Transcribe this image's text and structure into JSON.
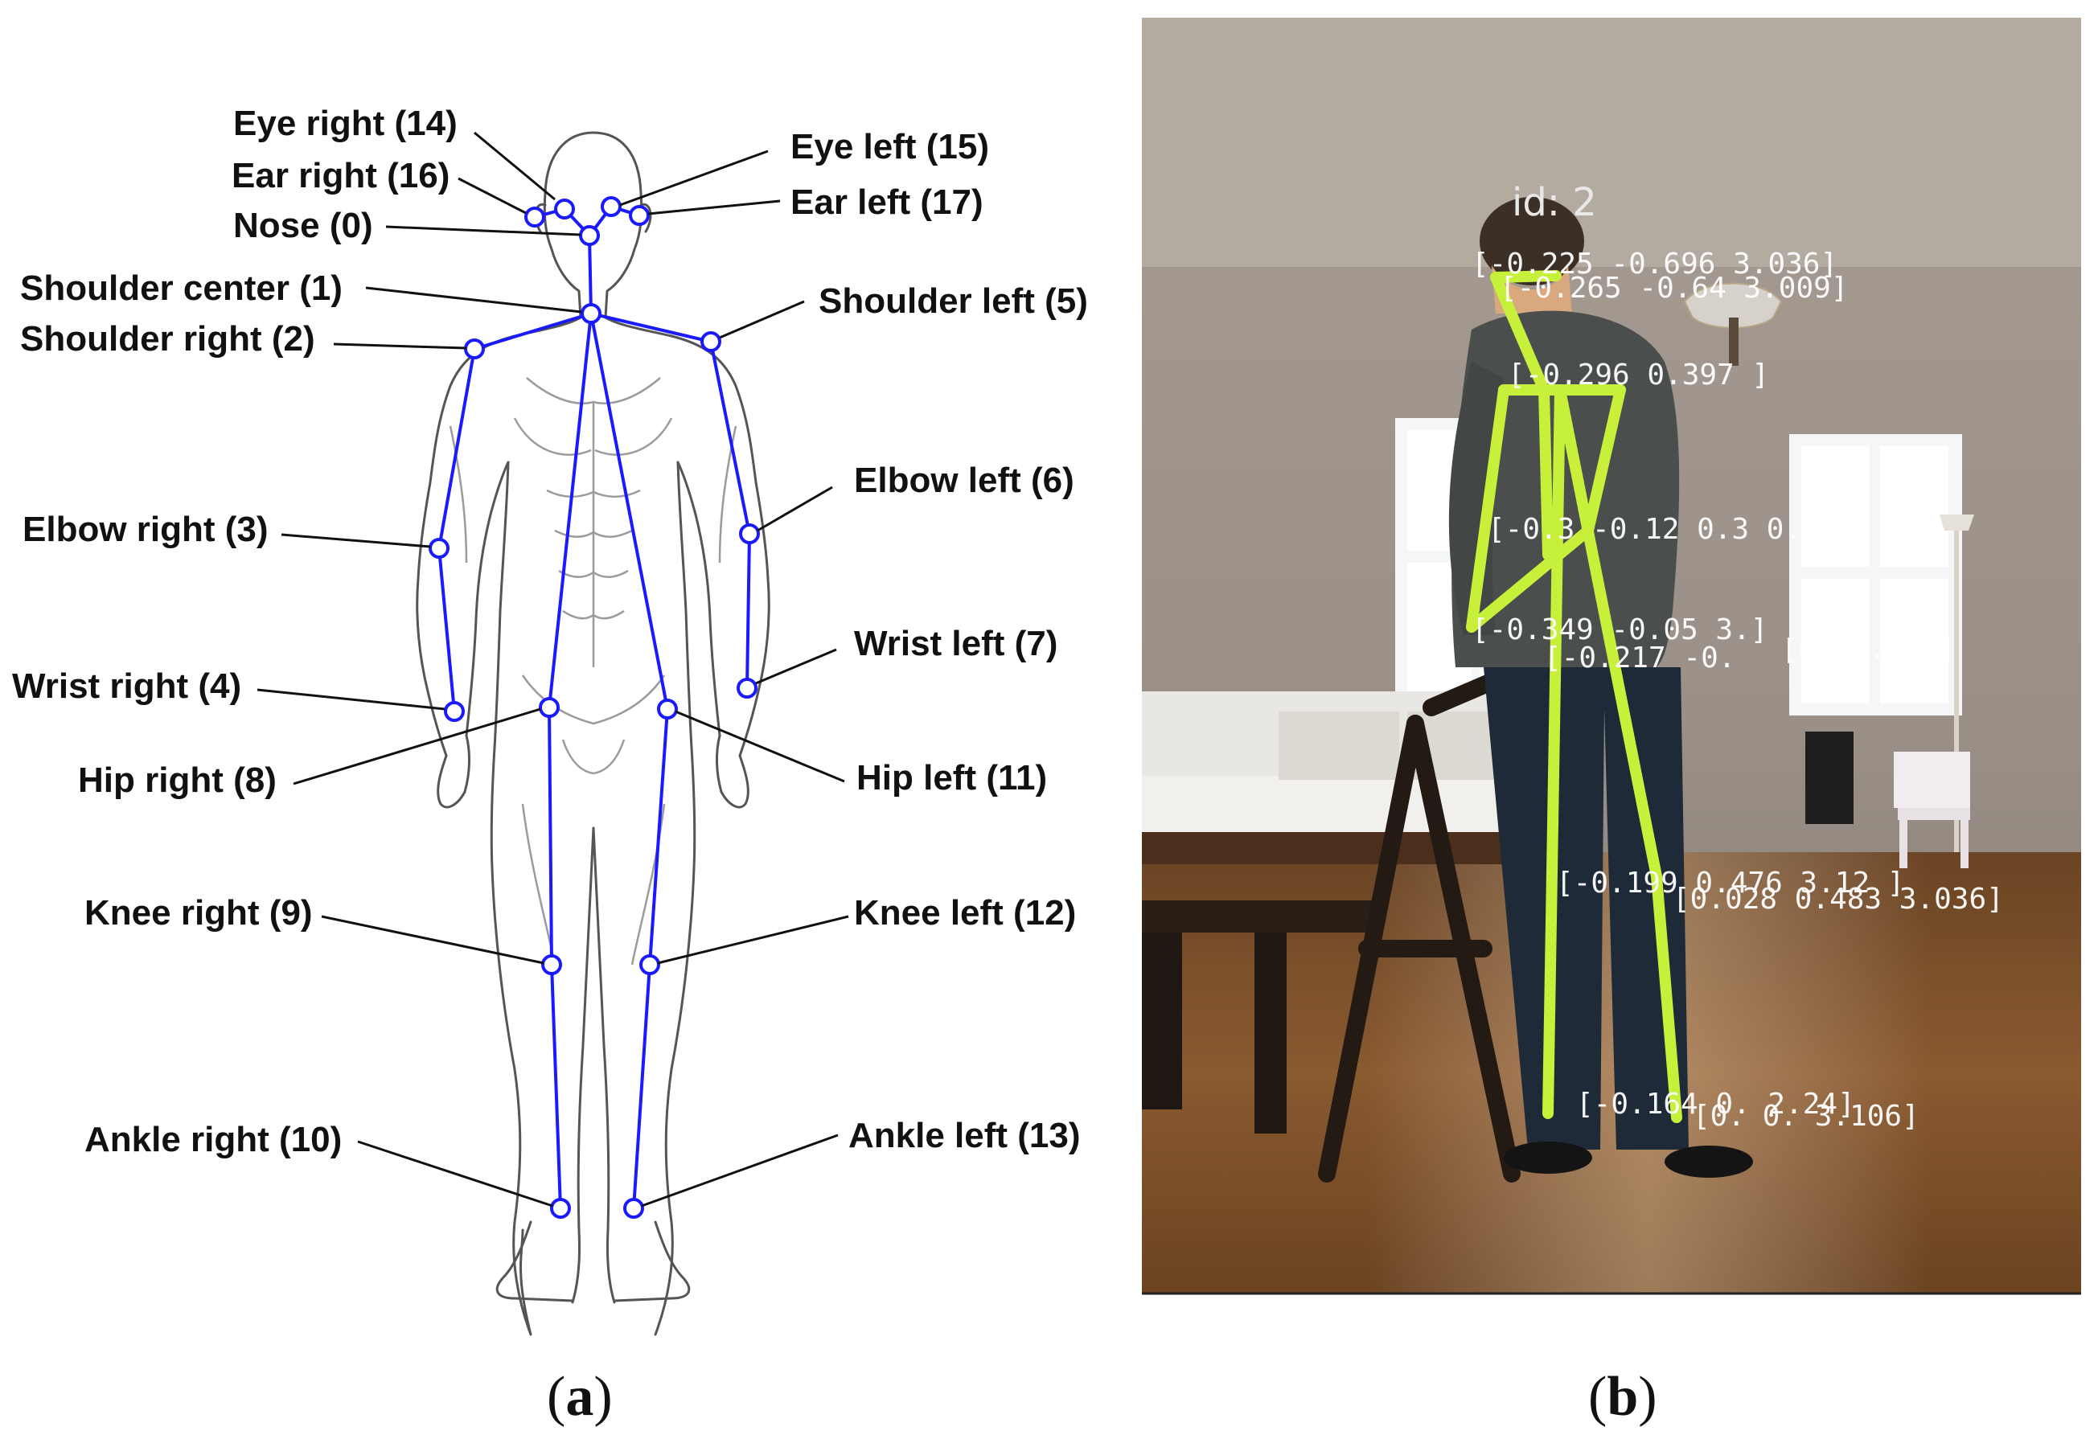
{
  "panel_a": {
    "labels": {
      "eye_right": "Eye right (14)",
      "ear_right": "Ear right (16)",
      "nose": "Nose (0)",
      "shoulder_center": "Shoulder center (1)",
      "shoulder_right": "Shoulder right (2)",
      "elbow_right": "Elbow right (3)",
      "wrist_right": "Wrist right (4)",
      "hip_right": "Hip right (8)",
      "knee_right": "Knee right (9)",
      "ankle_right": "Ankle right (10)",
      "eye_left": "Eye left (15)",
      "ear_left": "Ear left (17)",
      "shoulder_left": "Shoulder left (5)",
      "elbow_left": "Elbow left (6)",
      "wrist_left": "Wrist left (7)",
      "hip_left": "Hip left (11)",
      "knee_left": "Knee left (12)",
      "ankle_left": "Ankle left (13)"
    },
    "skeleton_color": "#1a1aff"
  },
  "panel_b": {
    "track_id": "id: 2",
    "skeleton_color": "#c6f03a",
    "coords": [
      "[-0.225 -0.696 3.036]",
      "[-0.265 -0.64   3.009]",
      "[-0.296                    0.397 ]",
      "[-0.3  -0.12  0.3  0.906]",
      "[-0.349 -0.05  3.]",
      "[-0.217 -0.",
      "[0.    2.135]",
      "[-0.199 0.476 3.12 ]",
      "[0.028 0.483 3.036]",
      "[-0.164 0.    2.24]",
      "[0.   0.   3.106]"
    ]
  },
  "captions": {
    "open": "(",
    "close": ")",
    "a": "a",
    "b": "b"
  }
}
